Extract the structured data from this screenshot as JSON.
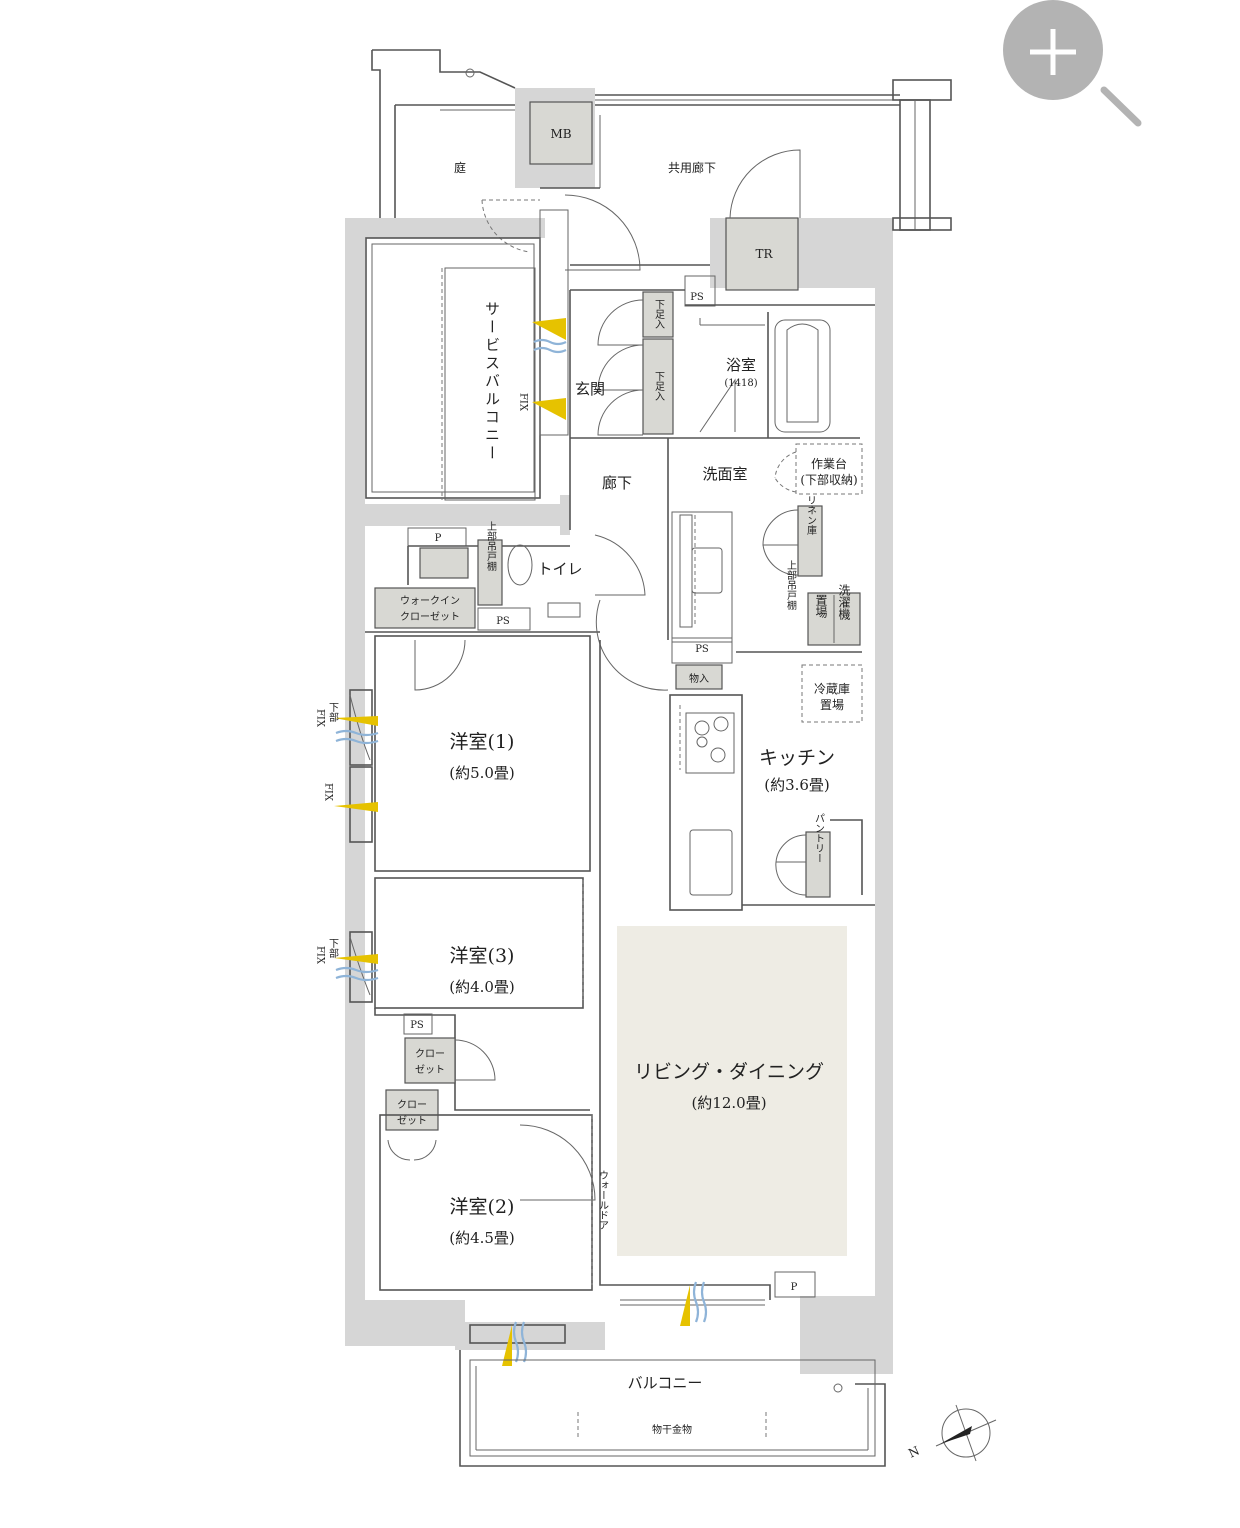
{
  "zoom": {
    "icon": "magnify-plus-icon",
    "color": "#b3b3b3"
  },
  "compass": {
    "label": "N",
    "icon": "north-arrow-icon"
  },
  "colors": {
    "ldk_fill": "#eeece4",
    "storage_fill": "#d8d8d3",
    "wall_fill": "#d6d6d6",
    "window_mark": "#e6c200",
    "airflow": "#8fb4d8"
  },
  "rooms": {
    "niwa": "庭",
    "mb": "MB",
    "corridor_common": "共用廊下",
    "tr": "TR",
    "ps_top": "PS",
    "service_balcony": "サービスバルコニー",
    "fix_entry": "FIX",
    "shoes1": "下足入",
    "shoes2": "下足入",
    "genkan": "玄関",
    "bath": "浴室",
    "bath_size": "(1418)",
    "senmen": "洗面室",
    "sagyodai": "作業台",
    "sagyodai_sub": "(下部収納)",
    "roka": "廊下",
    "p_top": "P",
    "toilet": "トイレ",
    "toilet_shelf": "上部吊戸棚",
    "wic1": "ウォークイン",
    "wic2": "クローゼット",
    "ps_toilet": "PS",
    "linen": "リネン庫",
    "upper_shelf": "上部吊戸棚",
    "washer1": "洗濯機",
    "washer2": "置場",
    "ps_kitchen": "PS",
    "monoire": "物入",
    "fridge1": "冷蔵庫",
    "fridge2": "置場",
    "kitchen": "キッチン",
    "kitchen_size": "(約3.6畳)",
    "pantry": "パントリー",
    "youshitsu1": "洋室(1)",
    "youshitsu1_size": "(約5.0畳)",
    "youshitsu3": "洋室(3)",
    "youshitsu3_size": "(約4.0畳)",
    "ps_bed3": "PS",
    "closet_a1": "クロー",
    "closet_a2": "ゼット",
    "closet_b1": "クロー",
    "closet_b2": "ゼット",
    "ld": "リビング・ダイニング",
    "ld_size": "(約12.0畳)",
    "youshitsu2": "洋室(2)",
    "youshitsu2_size": "(約4.5畳)",
    "wall_door": "ウォールドア",
    "p_bottom": "P",
    "balcony": "バルコニー",
    "hoshi": "物干金物",
    "fix_w1a": "FIX",
    "fix_w1a_note": "下部",
    "fix_w1b": "FIX",
    "fix_w3": "FIX",
    "fix_w3_note": "下部"
  }
}
